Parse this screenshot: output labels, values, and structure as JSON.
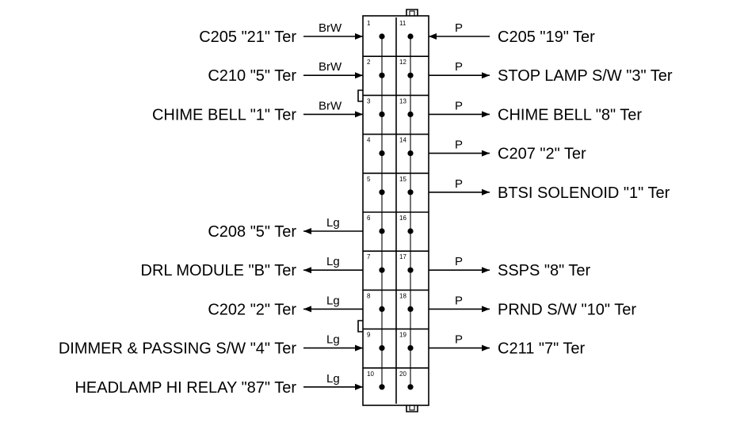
{
  "connector": {
    "left_pins": [
      "1",
      "2",
      "3",
      "4",
      "5",
      "6",
      "7",
      "8",
      "9",
      "10"
    ],
    "right_pins": [
      "11",
      "12",
      "13",
      "14",
      "15",
      "16",
      "17",
      "18",
      "19",
      "20"
    ]
  },
  "left": [
    {
      "label": "C205 \"21\" Ter",
      "wire": "BrW",
      "dir": "in"
    },
    {
      "label": "C210 \"5\" Ter",
      "wire": "BrW",
      "dir": "in"
    },
    {
      "label": "CHIME BELL \"1\" Ter",
      "wire": "BrW",
      "dir": "in"
    },
    null,
    null,
    {
      "label": "C208 \"5\" Ter",
      "wire": "Lg",
      "dir": "out"
    },
    {
      "label": "DRL MODULE \"B\" Ter",
      "wire": "Lg",
      "dir": "out"
    },
    {
      "label": "C202 \"2\" Ter",
      "wire": "Lg",
      "dir": "out"
    },
    {
      "label": "DIMMER & PASSING S/W \"4\" Ter",
      "wire": "Lg",
      "dir": "in"
    },
    {
      "label": "HEADLAMP HI RELAY \"87\" Ter",
      "wire": "Lg",
      "dir": "in"
    }
  ],
  "right": [
    {
      "label": "C205 \"19\" Ter",
      "wire": "P",
      "dir": "in"
    },
    {
      "label": "STOP LAMP S/W \"3\" Ter",
      "wire": "P",
      "dir": "out"
    },
    {
      "label": "CHIME BELL \"8\" Ter",
      "wire": "P",
      "dir": "out"
    },
    {
      "label": "C207 \"2\" Ter",
      "wire": "P",
      "dir": "out"
    },
    {
      "label": "BTSI SOLENOID \"1\" Ter",
      "wire": "P",
      "dir": "out"
    },
    null,
    {
      "label": "SSPS \"8\" Ter",
      "wire": "P",
      "dir": "out"
    },
    {
      "label": "PRND S/W \"10\" Ter",
      "wire": "P",
      "dir": "out"
    },
    {
      "label": "C211 \"7\" Ter",
      "wire": "P",
      "dir": "out"
    },
    null
  ]
}
